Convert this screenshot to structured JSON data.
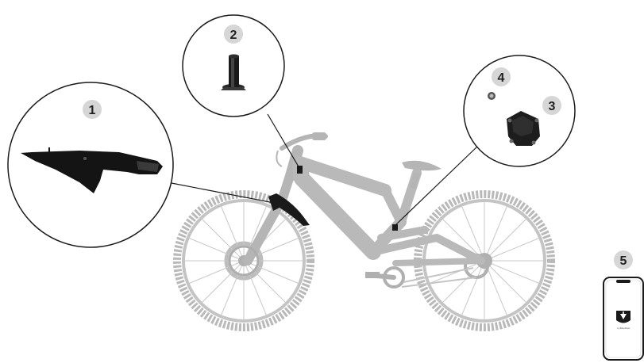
{
  "diagram": {
    "callouts": [
      {
        "number": "1",
        "part": "front-mudguard-sensor"
      },
      {
        "number": "2",
        "part": "handlebar-mount"
      },
      {
        "number": "3",
        "part": "frame-sensor-unit"
      },
      {
        "number": "4",
        "part": "magnet"
      },
      {
        "number": "5",
        "part": "smartphone-app"
      }
    ],
    "app_screen_text": "myBikeMate"
  },
  "colors": {
    "bike": "#b9b9b9",
    "parts": "#1a1a1a",
    "badge": "#d6d6d6",
    "outline": "#222222"
  }
}
